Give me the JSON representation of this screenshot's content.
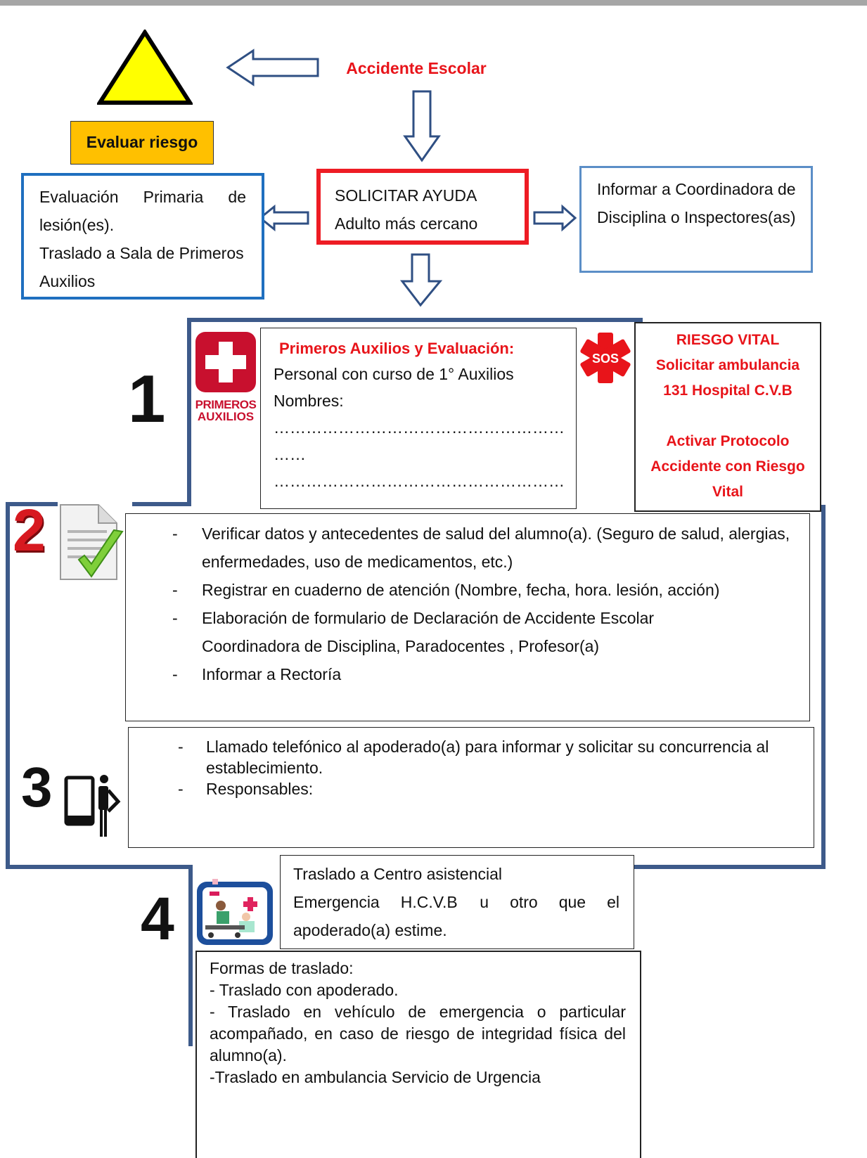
{
  "title": "Accidente Escolar",
  "warning_label": "Evaluar riesgo",
  "solicitar": {
    "line1": "SOLICITAR AYUDA",
    "line2": "Adulto más cercano"
  },
  "evaluacion": {
    "line1_words": [
      "Evaluación",
      "Primaria",
      "de"
    ],
    "line2": "lesión(es).",
    "line3": "Traslado a Sala de Primeros",
    "line4": "Auxilios"
  },
  "informar": {
    "line1": "Informar a Coordinadora de",
    "line2": "Disciplina o Inspectores(as)"
  },
  "step1": {
    "number": "1",
    "icon_text_1": "PRIMEROS",
    "icon_text_2": "AUXILIOS",
    "heading": "Primeros Auxilios y Evaluación:",
    "line1": "Personal con curso de 1° Auxilios",
    "line2": "Nombres:",
    "dots1": "………………………………………………",
    "dots2": "……",
    "dots3": "………………………………………………",
    "sos_text": "SOS"
  },
  "riesgo": {
    "l1": "RIESGO VITAL",
    "l2": "Solicitar ambulancia",
    "l3": "131 Hospital C.V.B",
    "l4": "Activar Protocolo",
    "l5": "Accidente con Riesgo",
    "l6": "Vital"
  },
  "step2": {
    "number": "2",
    "items": [
      {
        "a": "Verificar datos y antecedentes de salud del alumno(a). (Seguro de salud, alergias,",
        "b": "enfermedades, uso de medicamentos, etc.)"
      },
      {
        "a": "Registrar en cuaderno de atención (Nombre, fecha, hora. lesión, acción)"
      },
      {
        "a": "Elaboración de formulario de Declaración de Accidente Escolar",
        "b": "Coordinadora de Disciplina, Paradocentes , Profesor(a)"
      },
      {
        "a": "Informar a Rectoría"
      }
    ]
  },
  "step3": {
    "number": "3",
    "items": [
      {
        "a": "Llamado telefónico al apoderado(a) para informar y solicitar su concurrencia al",
        "b": "establecimiento."
      },
      {
        "a": "Responsables:"
      }
    ]
  },
  "step4": {
    "number": "4",
    "traslado": {
      "line1": "Traslado a Centro asistencial",
      "line2_words": [
        "Emergencia",
        "H.C.V.B",
        "u",
        "otro",
        "que",
        "el"
      ],
      "line3": "apoderado(a) estime."
    },
    "formas": {
      "title": "Formas de traslado:",
      "l1": "- Traslado con apoderado.",
      "l2": "- Traslado en vehículo de emergencia o particular acompañado, en caso de riesgo de integridad física del alumno(a).",
      "l3": "-Traslado en ambulancia Servicio de Urgencia"
    }
  },
  "colors": {
    "red": "#e8141a",
    "navy": "#3d5a8a",
    "blue": "#1f6fbf",
    "warning_fill": "#ffff00",
    "label_fill": "#ffc000"
  }
}
